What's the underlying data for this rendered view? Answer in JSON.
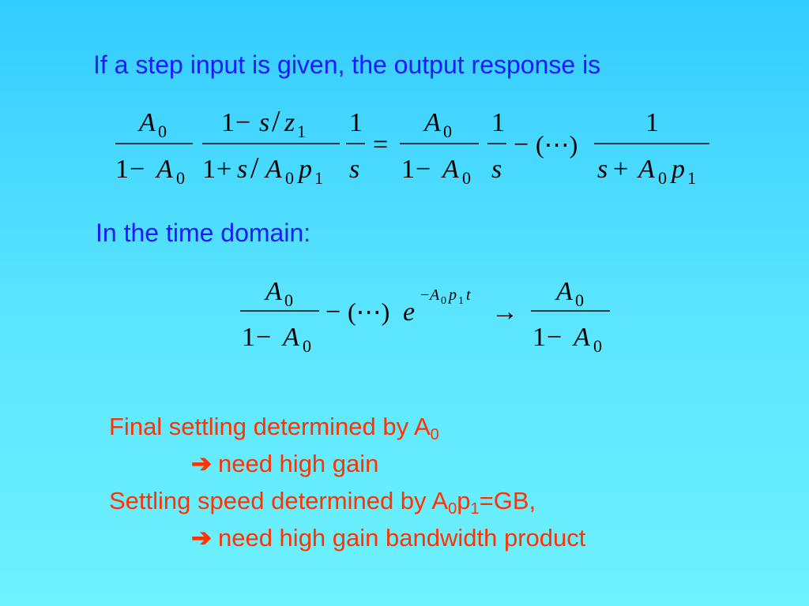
{
  "slide": {
    "heading_1": "If a step input is given, the output response is",
    "heading_2": "In the time domain:",
    "equation_1": {
      "a0": "A",
      "sub0": "0",
      "one": "1",
      "minus": "−",
      "plus": "+",
      "s": "s",
      "slash": "/",
      "z": "z",
      "sub1": "1",
      "p": "p",
      "equals": "=",
      "ellipsis_paren": "(⋯)"
    },
    "equation_2": {
      "e": "e",
      "exponent_minus": "−",
      "t": "t",
      "arrow": "→"
    },
    "notes": [
      {
        "text": "Final settling determined by A",
        "sub": "0",
        "tail": ""
      },
      {
        "arrow": "➔",
        "text": "need high gain"
      },
      {
        "text": "Settling speed determined by A",
        "sub": "0",
        "mid": "p",
        "sub2": "1",
        "tail": "=GB,"
      },
      {
        "arrow": "➔",
        "text": "need high gain bandwidth product"
      }
    ],
    "colors": {
      "heading": "#1a1aff",
      "notes": "#ff3300",
      "background_top": "#33ccff",
      "background_bottom": "#6ff2ff"
    }
  }
}
